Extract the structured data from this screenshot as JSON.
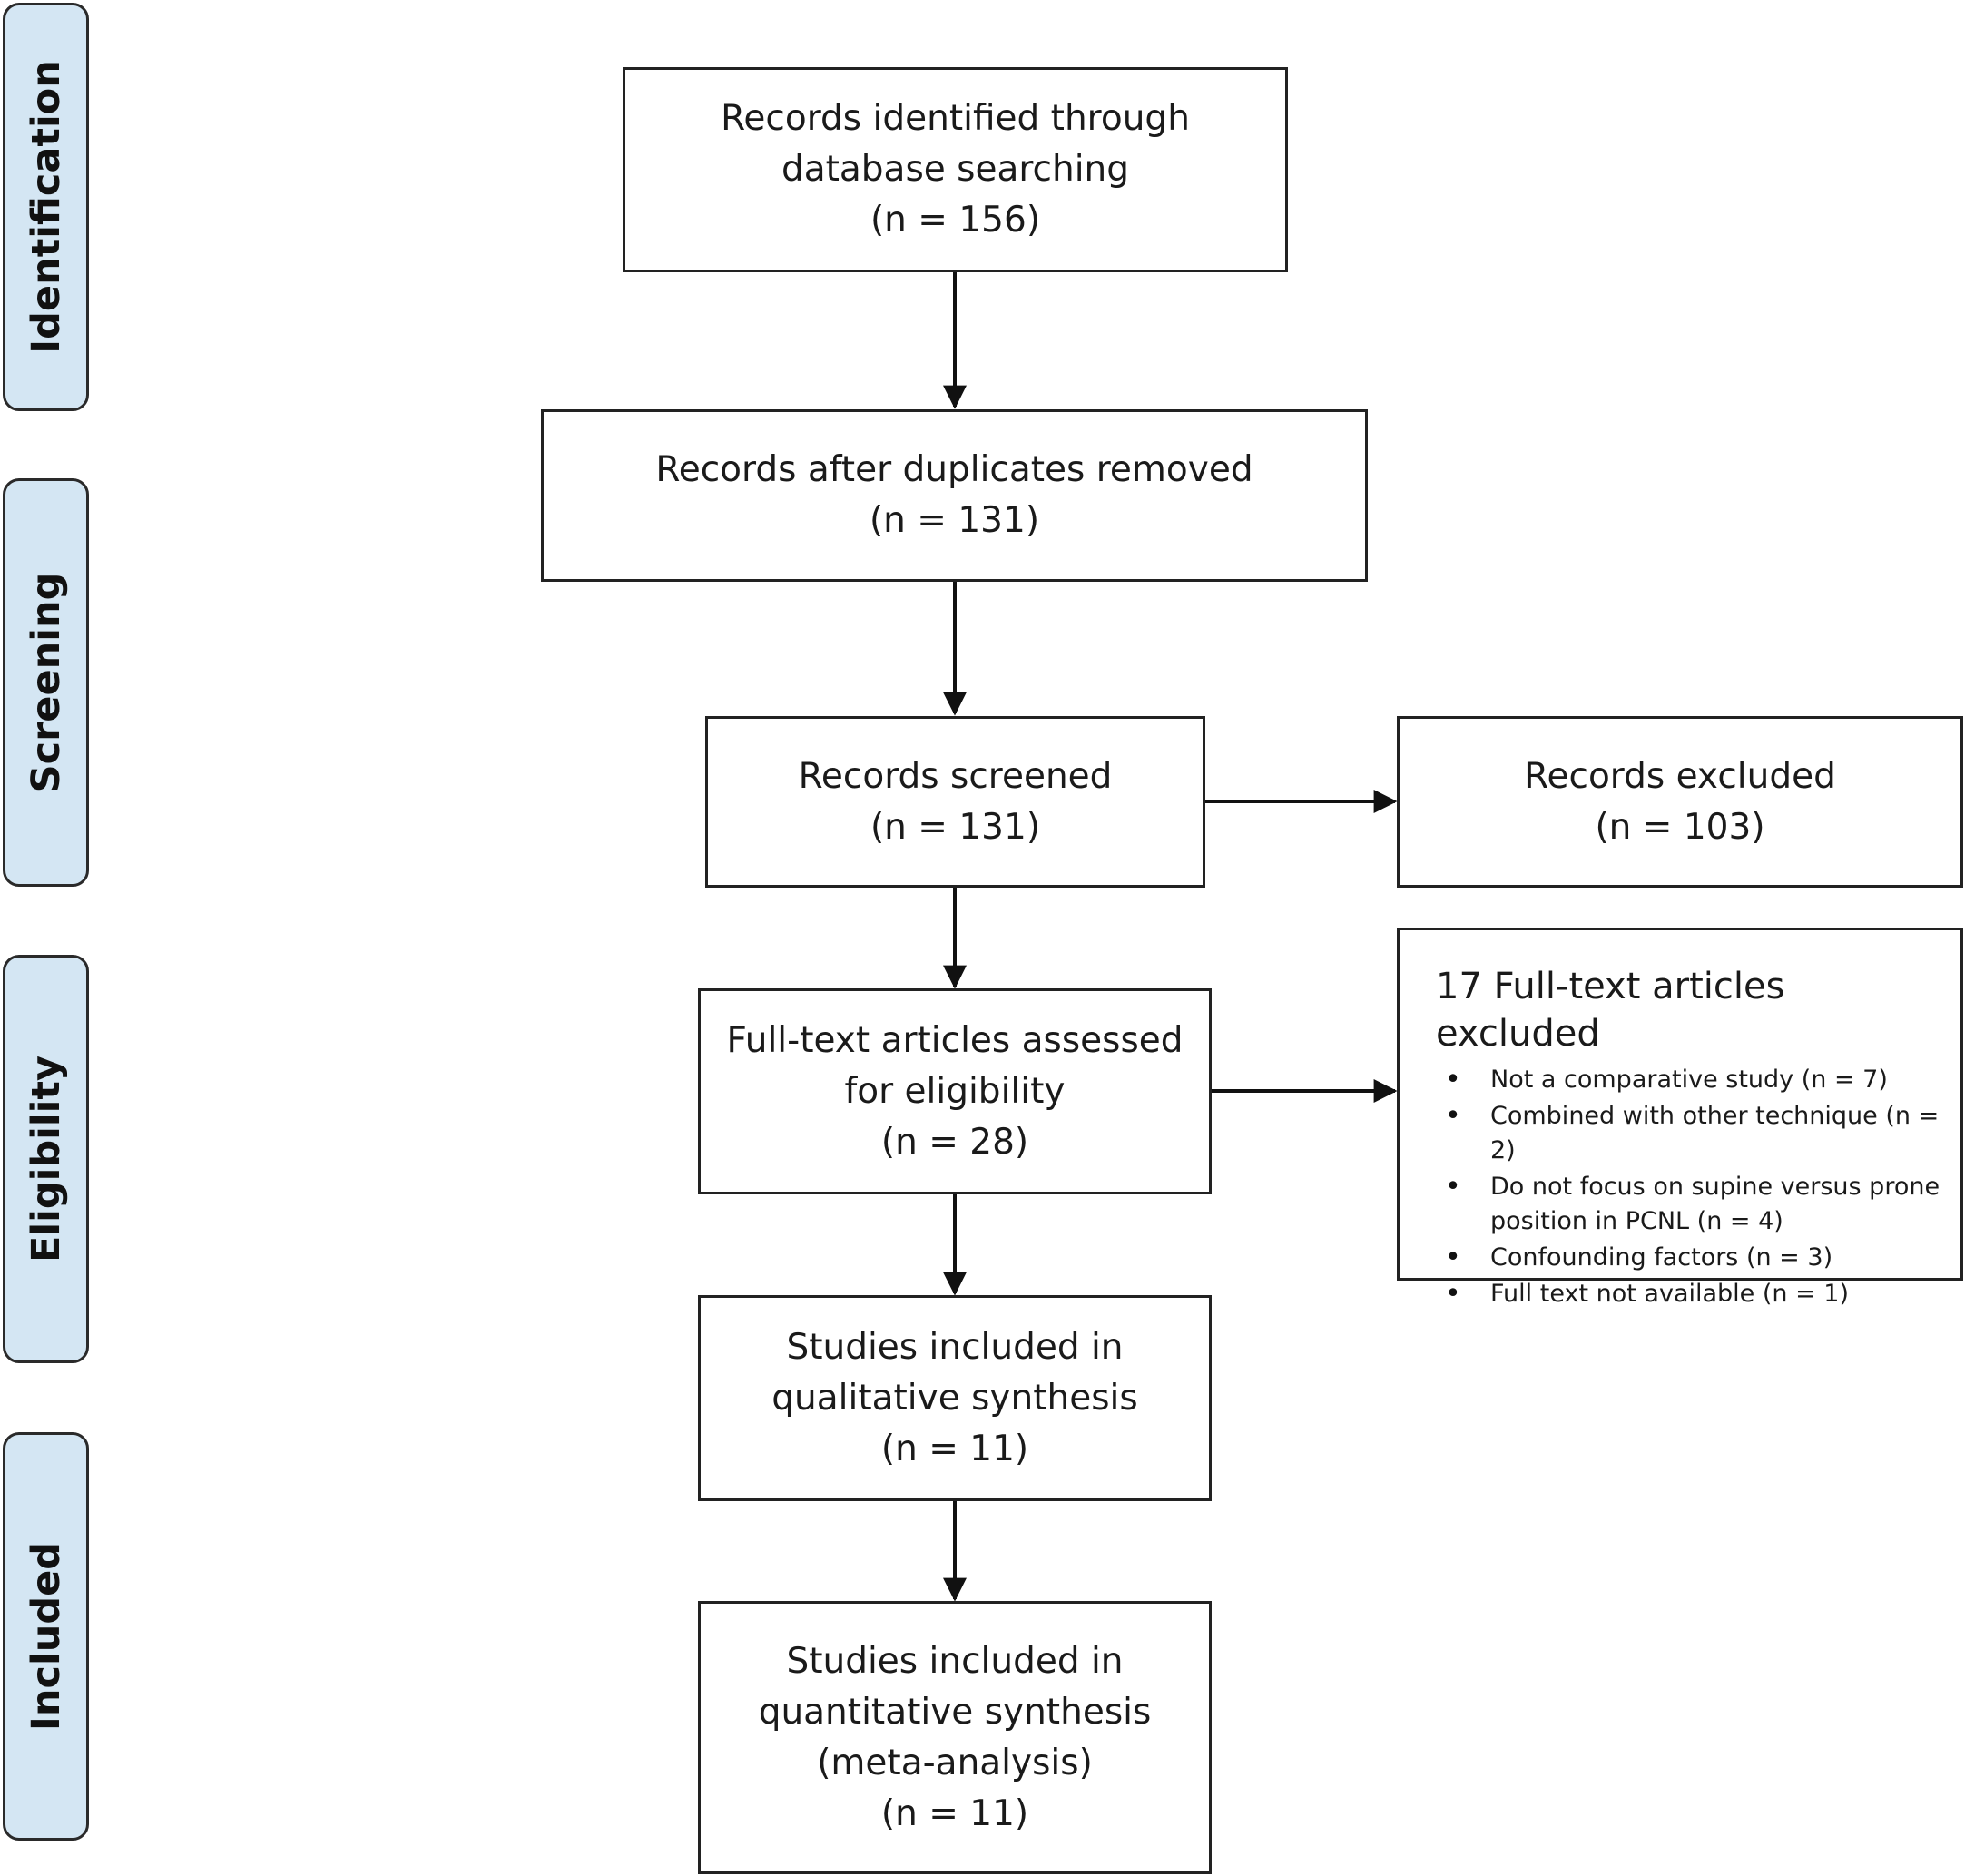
{
  "phases": {
    "identification": "Identification",
    "screening": "Screening",
    "eligibility": "Eligibility",
    "included": "Included"
  },
  "boxes": {
    "identified": {
      "lines": [
        "Records identified through",
        "database searching",
        "(n = 156)"
      ]
    },
    "deduplicated": {
      "lines": [
        "Records after duplicates removed",
        "(n = 131)"
      ]
    },
    "screened": {
      "lines": [
        "Records screened",
        "(n = 131)"
      ]
    },
    "excluded": {
      "lines": [
        "Records excluded",
        "(n = 103)"
      ]
    },
    "fulltext": {
      "lines": [
        "Full-text articles assessed",
        "for eligibility",
        "(n = 28)"
      ]
    },
    "qualitative": {
      "lines": [
        "Studies included in",
        "qualitative synthesis",
        "(n = 11)"
      ]
    },
    "quantitative": {
      "lines": [
        "Studies included in",
        "quantitative synthesis",
        "(meta-analysis)",
        "(n = 11)"
      ]
    }
  },
  "fulltext_excluded": {
    "title": "17 Full-text articles excluded",
    "reasons": [
      "Not a comparative study (n = 7)",
      "Combined with other technique (n = 2)",
      "Do not focus on supine versus prone position in PCNL (n = 4)",
      "Confounding factors (n = 3)",
      "Full text not available (n = 1)"
    ]
  }
}
